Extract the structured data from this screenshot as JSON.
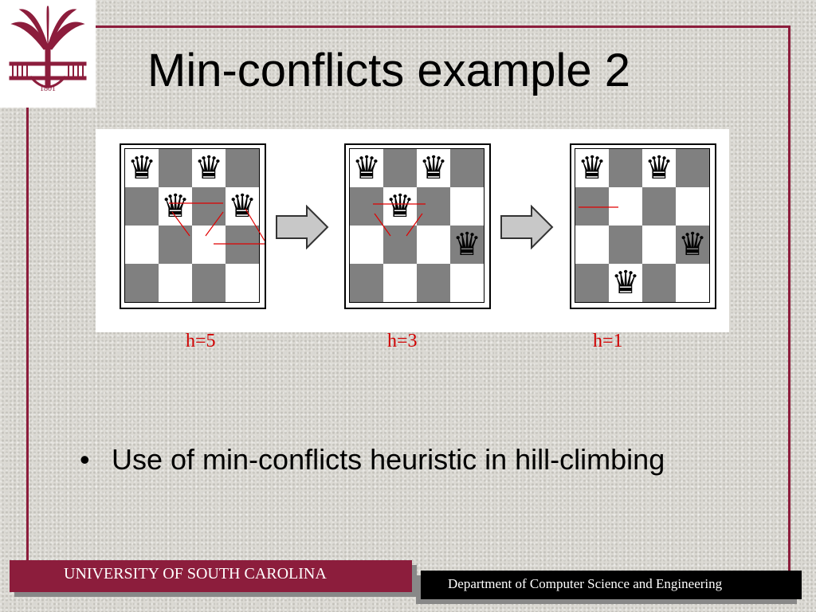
{
  "slide": {
    "title": "Min-conflicts example 2",
    "bullet": "Use of min-conflicts heuristic in hill-climbing",
    "footer_left": "UNIVERSITY OF SOUTH CAROLINA",
    "footer_right": "Department of Computer Science and Engineering",
    "logo_year": "1801"
  },
  "figure": {
    "labels": [
      "h=5",
      "h=3",
      "h=1"
    ],
    "boards": [
      {
        "queens": [
          [
            0,
            0
          ],
          [
            0,
            2
          ],
          [
            1,
            1
          ],
          [
            1,
            3
          ]
        ]
      },
      {
        "queens": [
          [
            0,
            0
          ],
          [
            0,
            2
          ],
          [
            1,
            1
          ],
          [
            2,
            3
          ]
        ]
      },
      {
        "queens": [
          [
            0,
            0
          ],
          [
            0,
            2
          ],
          [
            2,
            3
          ],
          [
            3,
            1
          ]
        ]
      }
    ]
  },
  "colors": {
    "accent": "#8c1d3c",
    "label": "#d00000",
    "dark_square": "#808080"
  }
}
